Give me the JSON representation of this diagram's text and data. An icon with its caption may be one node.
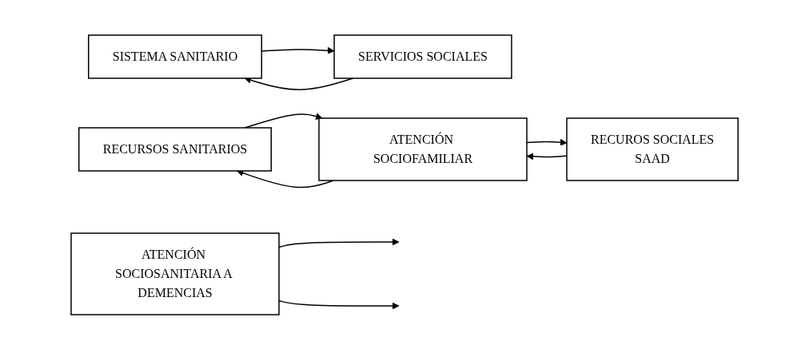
{
  "diagram": {
    "nodes": [
      {
        "text": [
          "SISTEMA SANITARIO"
        ]
      },
      {
        "text": [
          "SERVICIOS SOCIALES"
        ]
      },
      {
        "text": [
          "ATENCIÓN SOCIOSANITARIA A DEMENCIAS"
        ]
      },
      {
        "text": [
          "RECURSOS SANITARIOS"
        ]
      },
      {
        "text": [
          "ATENCIÓN SOCIOFAMILIAR"
        ]
      },
      {
        "text": [
          "RECUROS SOCIALES",
          "SAAD"
        ]
      }
    ],
    "edges": [
      {
        "from": 0,
        "to": 1,
        "arrow": "to"
      },
      {
        "from": 1,
        "to": 0,
        "arrow": "to"
      },
      {
        "from": 2,
        "to": null,
        "arrow": "to"
      },
      {
        "from": 2,
        "to": null,
        "arrow": "to"
      },
      {
        "from": 3,
        "to": 4,
        "arrow": "to"
      },
      {
        "from": 4,
        "to": 3,
        "arrow": "to"
      },
      {
        "from": 4,
        "to": 5,
        "arrow": "to"
      },
      {
        "from": 5,
        "to": 4,
        "arrow": "to"
      }
    ]
  }
}
